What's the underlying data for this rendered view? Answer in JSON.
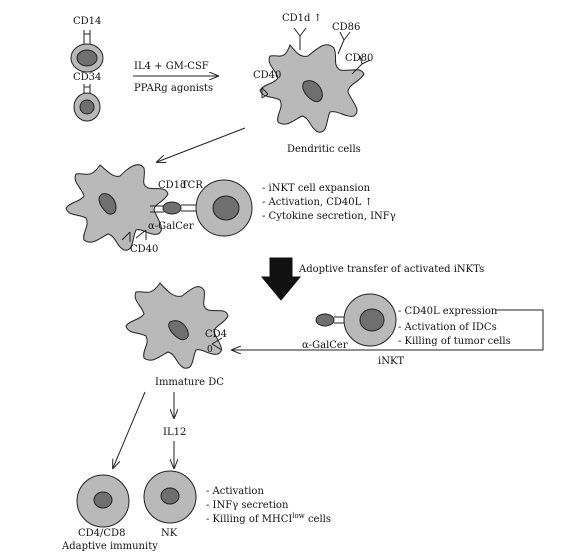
{
  "labels": {
    "cd14": "CD14",
    "cd34": "CD34",
    "il4": "IL4 + GM-CSF",
    "pparg": "PPARg agonists",
    "cd1d_up": "CD1d ↑",
    "cd86": "CD86",
    "cd80": "CD80",
    "cd40_top": "CD40",
    "dendritic": "Dendritic cells",
    "cd1d": "CD1d",
    "tcr": "TCR",
    "galcer": "α-GalCer",
    "cd40_mid": "CD40",
    "adoptive": "Adoptive transfer of activated iNKTs",
    "cd4": "CD4",
    "cd4_zero": "0",
    "galcer2": "α-GalCer",
    "inkt": "iNKT",
    "immature_dc": "Immature DC",
    "il12": "IL12",
    "cd4cd8": "CD4/CD8",
    "adaptive": "Adaptive immunity",
    "nk": "NK"
  },
  "bullets_inkt": [
    "- iNKT cell expansion",
    "- Activation, CD40L ↑",
    "- Cytokine secretion, INFγ"
  ],
  "bullets_idc": [
    "- CD40L expression",
    "- Activation of IDCs",
    "- Killing of tumor cells"
  ],
  "bullets_nk": {
    "line1": "- Activation",
    "line2": "- INFγ secretion",
    "line3_pre": "- Killing of MHCI",
    "line3_sup": "low",
    "line3_post": " cells"
  }
}
